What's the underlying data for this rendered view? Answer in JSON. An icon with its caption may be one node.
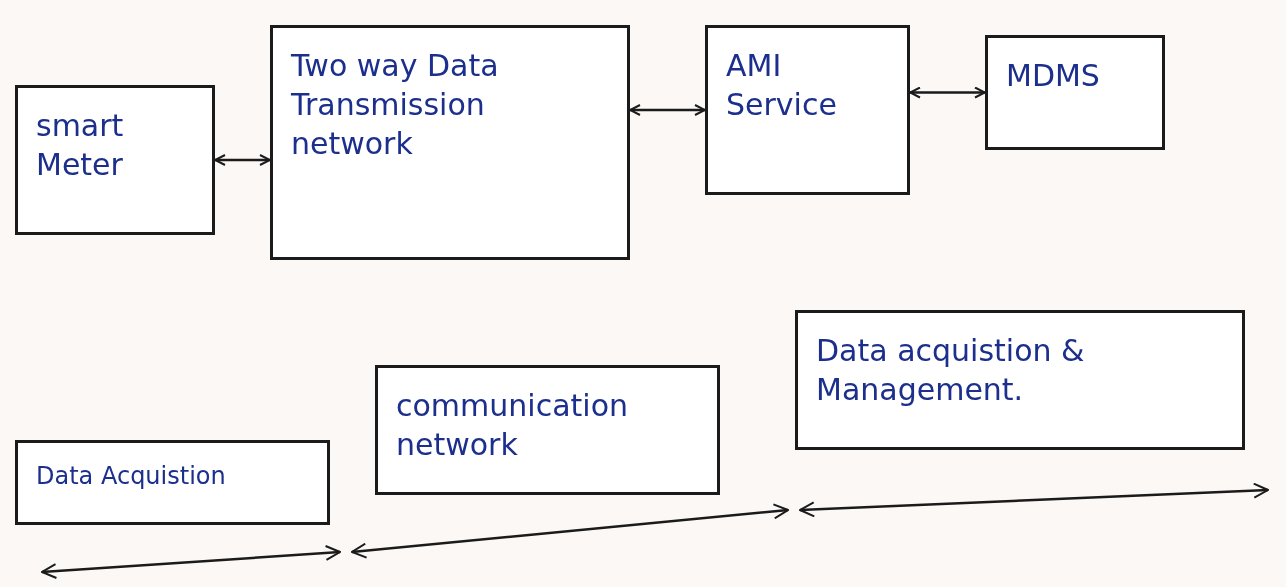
{
  "diagram": {
    "nodes": [
      {
        "text": [
          "smart Meter"
        ]
      },
      {
        "text": [
          "Two way Data Transmission network"
        ]
      },
      {
        "text": [
          "AMI Service"
        ]
      },
      {
        "text": [
          "MDMS"
        ]
      },
      {
        "text": [
          "Data Acquistion"
        ]
      },
      {
        "text": [
          "communication network"
        ]
      },
      {
        "text": [
          "Data acquistion & Management."
        ]
      }
    ],
    "edges": [
      {
        "from": 0,
        "to": 1,
        "arrow": "both"
      },
      {
        "from": 1,
        "to": 2,
        "arrow": "both"
      },
      {
        "from": 2,
        "to": 3,
        "arrow": "both"
      }
    ]
  }
}
